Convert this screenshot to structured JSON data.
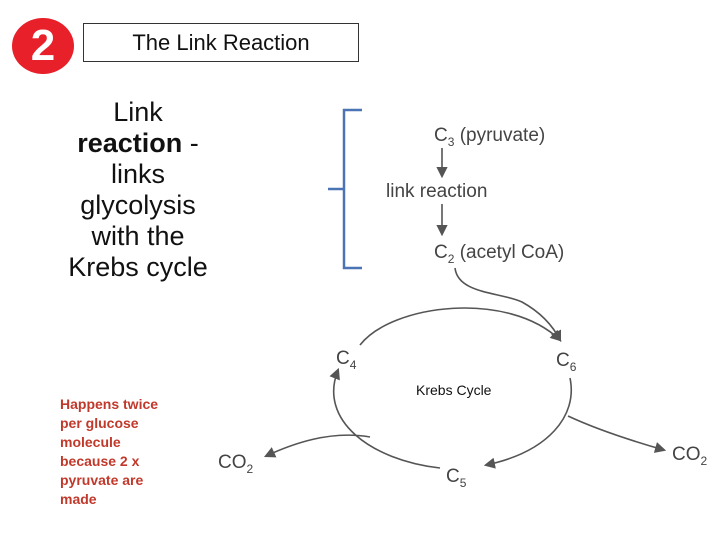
{
  "badge": {
    "number": "2"
  },
  "title": "The Link Reaction",
  "main_text": {
    "line1": "Link",
    "line2_bold": "reaction",
    "line2_rest": " -",
    "line3": "links",
    "line4": "glycolysis",
    "line5": "with the",
    "line6": "Krebs cycle"
  },
  "note": {
    "lines": [
      "Happens twice",
      "per glucose",
      "molecule",
      "because 2 x",
      "pyruvate are",
      "made"
    ]
  },
  "diagram": {
    "pyruvate": {
      "main": "C",
      "sub": "3",
      "rest": " (pyruvate)"
    },
    "link_reaction": "link reaction",
    "acetyl": {
      "main": "C",
      "sub": "2",
      "rest": " (acetyl CoA)"
    },
    "c4": {
      "main": "C",
      "sub": "4"
    },
    "c6": {
      "main": "C",
      "sub": "6"
    },
    "c5": {
      "main": "C",
      "sub": "5"
    },
    "co2_left": {
      "main": "CO",
      "sub": "2"
    },
    "co2_right": {
      "main": "CO",
      "sub": "2"
    },
    "cycle_label": "Krebs Cycle"
  },
  "colors": {
    "badge": "#e8202a",
    "bracket": "#4a74b4",
    "note_text": "#c0392b",
    "diagram_stroke": "#555555"
  }
}
